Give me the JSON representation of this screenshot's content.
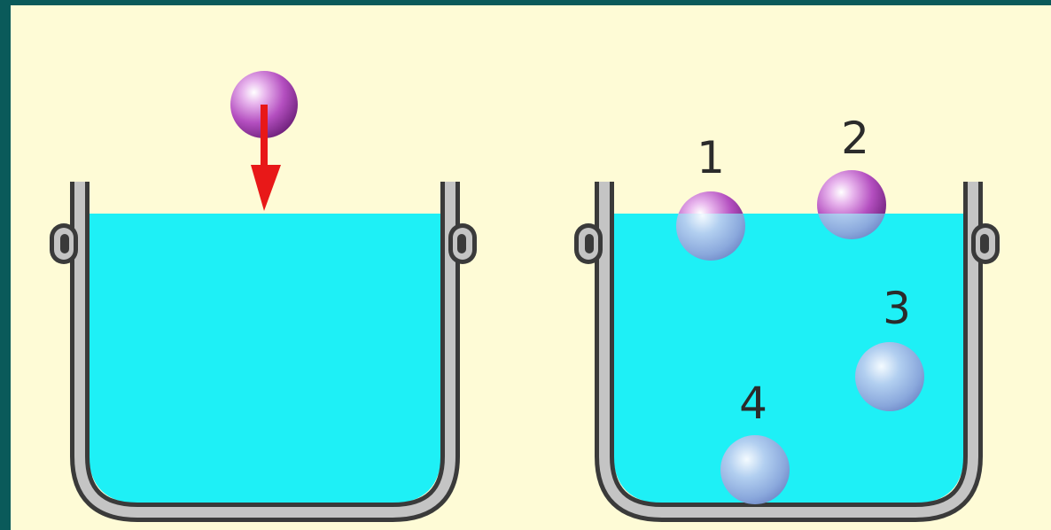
{
  "colors": {
    "frame": "#0a5a5a",
    "background": "#fefbd6",
    "water": "#1ef0f6",
    "bucket_outer": "#3a3a3a",
    "bucket_inner": "#c4c4c4",
    "arrow": "#e81818",
    "ball_in_air": "#b44fc0",
    "ball_submerged": "#8fb7de"
  },
  "icons": [
    "bucket-icon",
    "bucket-icon",
    "ball-icon",
    "down-arrow-icon"
  ],
  "balls": [
    {
      "id": "1",
      "label": "1",
      "state": "mostly-submerged"
    },
    {
      "id": "2",
      "label": "2",
      "state": "floating-half-submerged"
    },
    {
      "id": "3",
      "label": "3",
      "state": "suspended-in-water"
    },
    {
      "id": "4",
      "label": "4",
      "state": "resting-on-bottom"
    }
  ]
}
